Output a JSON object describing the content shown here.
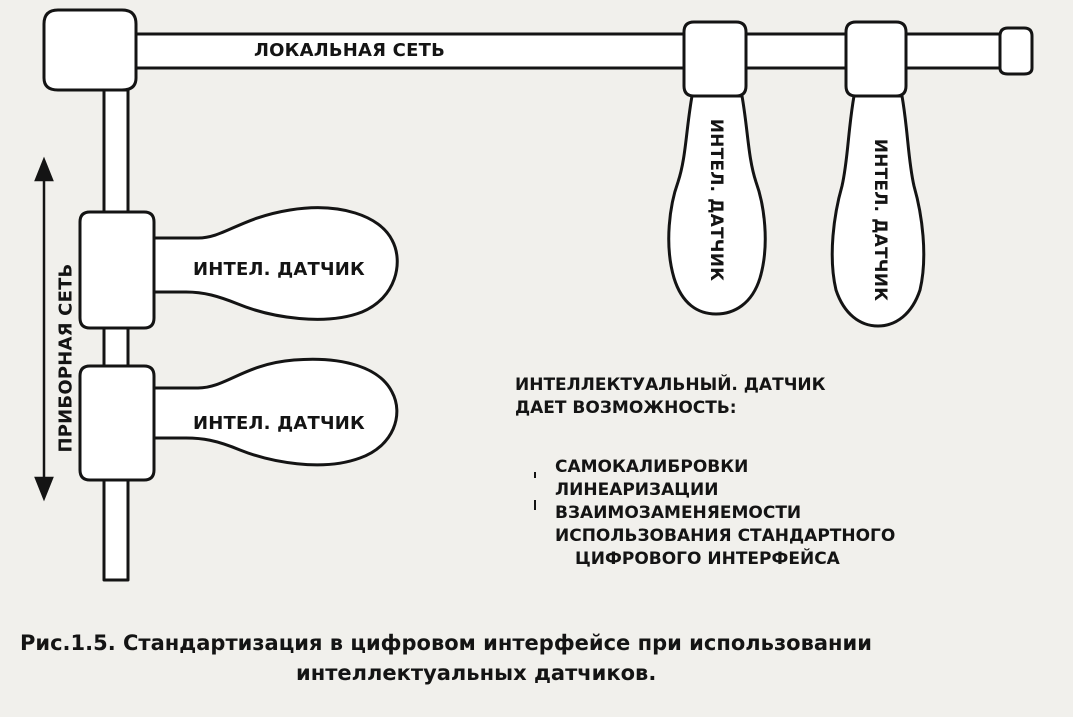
{
  "figure": {
    "local_network_label": "ЛОКАЛЬНАЯ СЕТЬ",
    "instrument_network_label": "ПРИБОРНАЯ СЕТЬ",
    "sensor_label": "ИНТЕЛ. ДАТЧИК",
    "capabilities_heading": [
      "ИНТЕЛЛЕКТУАЛЬНЫЙ. ДАТЧИК",
      "ДАЕТ ВОЗМОЖНОСТЬ:"
    ],
    "capabilities": [
      "САМОКАЛИБРОВКИ",
      "ЛИНЕАРИЗАЦИИ",
      "ВЗАИМОЗАМЕНЯЕМОСТИ",
      "ИСПОЛЬЗОВАНИЯ СТАНДАРТНОГО",
      "ЦИФРОВОГО ИНТЕРФЕЙСА"
    ],
    "caption": [
      "Рис.1.5. Стандартизация в цифровом интерфейсе при использовании",
      "интеллектуальных датчиков."
    ]
  },
  "colors": {
    "ink": "#141414",
    "paper": "#f1f0ec",
    "bleed_through": "#c9c8c4"
  }
}
